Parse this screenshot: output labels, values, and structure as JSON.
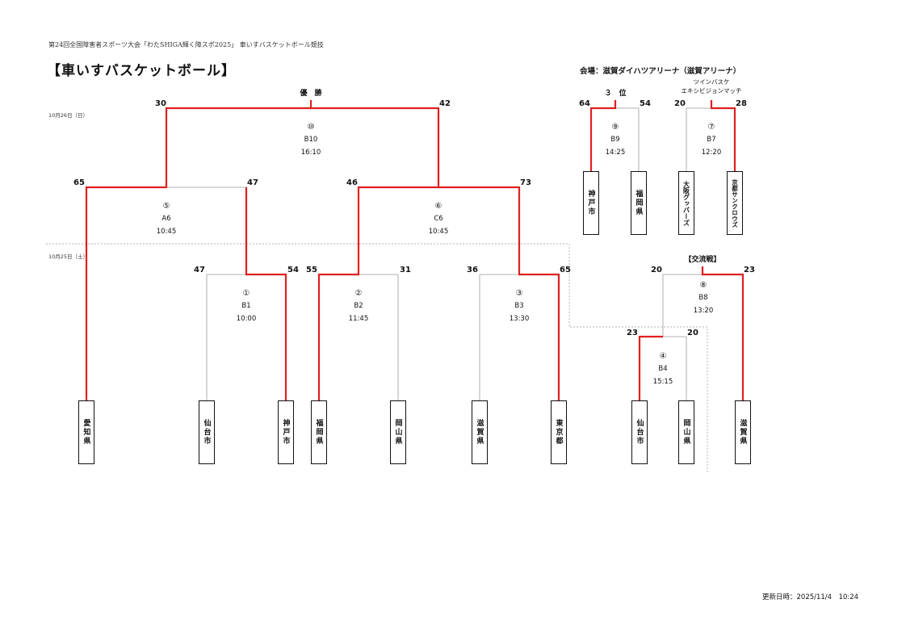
{
  "header": {
    "event": "第24回全国障害者スポーツ大会「わたSHIGA輝く障スポ2025」 車いすバスケットボール競技",
    "title": "【車いすバスケットボール】",
    "venue": "会場：滋賀ダイハツアリーナ（滋賀アリーナ）",
    "updated": "更新日時：2025/11/4　10:24"
  },
  "dates": {
    "day2": "10月26日（日）",
    "day1": "10月25日（土）"
  },
  "labels": {
    "final": "優　勝",
    "third": "３　位",
    "twin1": "ツインバスケ",
    "twin2": "エキシビジョンマッチ",
    "exchange": "【交流戦】"
  },
  "teams": {
    "aichi": "愛知県",
    "sendai": "仙台市",
    "kobe": "神戸市",
    "fukuoka": "福岡県",
    "okayama": "岡山県",
    "shiga": "滋賀県",
    "tokyo": "東京都",
    "sendai2": "仙台市",
    "okayama2": "岡山県",
    "shiga2": "滋賀県",
    "kobe3": "神戸市",
    "fukuoka3": "福岡県",
    "osaka": "大阪グッバーズ",
    "kyoto": "京都サンクロウズ"
  },
  "matches": {
    "m1": {
      "num": "①",
      "code": "B1",
      "time": "10:00",
      "left": "47",
      "right": "54"
    },
    "m2": {
      "num": "②",
      "code": "B2",
      "time": "11:45",
      "left": "55",
      "right": "31"
    },
    "m3": {
      "num": "③",
      "code": "B3",
      "time": "13:30",
      "left": "36",
      "right": "65"
    },
    "m4": {
      "num": "④",
      "code": "B4",
      "time": "15:15",
      "left": "23",
      "right": "20"
    },
    "m5": {
      "num": "⑤",
      "code": "A6",
      "time": "10:45",
      "left": "65",
      "right": "47"
    },
    "m6": {
      "num": "⑥",
      "code": "C6",
      "time": "10:45",
      "left": "46",
      "right": "73"
    },
    "m7": {
      "num": "⑦",
      "code": "B7",
      "time": "12:20",
      "left": "20",
      "right": "28"
    },
    "m8": {
      "num": "⑧",
      "code": "B8",
      "time": "13:20",
      "left": "20",
      "right": "23"
    },
    "m9": {
      "num": "⑨",
      "code": "B9",
      "time": "14:25",
      "left": "64",
      "right": "54"
    },
    "m10": {
      "num": "⑩",
      "code": "B10",
      "time": "16:10",
      "left": "30",
      "right": "42"
    }
  },
  "colors": {
    "winner_line": "#e02020",
    "loser_line": "#999999"
  }
}
